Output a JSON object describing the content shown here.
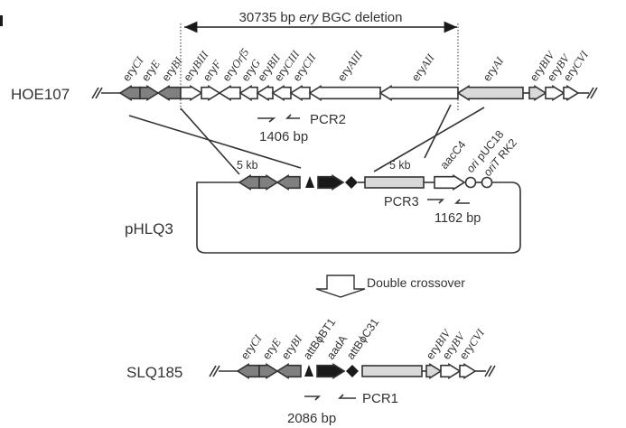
{
  "figure_panel_mark": "a",
  "deletion": {
    "label_prefix": "30735 bp ",
    "label_italic": "ery",
    "label_suffix": " BGC deletion"
  },
  "strains": {
    "hoe107": "HOE107",
    "phlq3": "pHLQ3",
    "slq185": "SLQ185"
  },
  "hoe107_genes": [
    {
      "name": "eryCI",
      "direction": "left",
      "color": "#808080"
    },
    {
      "name": "eryE",
      "direction": "right",
      "color": "#808080"
    },
    {
      "name": "eryBI",
      "direction": "left",
      "color": "#808080"
    },
    {
      "name": "eryBIII",
      "direction": "right",
      "color": "#ffffff"
    },
    {
      "name": "eryF",
      "direction": "right",
      "color": "#ffffff"
    },
    {
      "name": "eryOrf5",
      "direction": "left",
      "color": "#ffffff"
    },
    {
      "name": "eryG",
      "direction": "left",
      "color": "#ffffff"
    },
    {
      "name": "eryBII",
      "direction": "left",
      "color": "#ffffff"
    },
    {
      "name": "eryCIII",
      "direction": "left",
      "color": "#ffffff"
    },
    {
      "name": "eryCII",
      "direction": "left",
      "color": "#ffffff"
    },
    {
      "name": "eryAIII",
      "direction": "left",
      "color": "#ffffff"
    },
    {
      "name": "eryAII",
      "direction": "left",
      "color": "#ffffff"
    },
    {
      "name": "eryAI",
      "direction": "left",
      "color": "#d9d9d9"
    },
    {
      "name": "eryBIV",
      "direction": "right",
      "color": "#d9d9d9"
    },
    {
      "name": "eryBV",
      "direction": "right",
      "color": "#ffffff"
    },
    {
      "name": "eryCVI",
      "direction": "right",
      "color": "#ffffff"
    }
  ],
  "pcr2": {
    "label": "PCR2",
    "size": "1406 bp"
  },
  "plasmid": {
    "left_arm": "5 kb",
    "right_arm": "5 kb",
    "labels": [
      "aacC4",
      "ori pUC18",
      "oriT RK2"
    ],
    "pcr3": {
      "label": "PCR3",
      "size": "1162 bp"
    }
  },
  "transition": {
    "label": "Double crossover"
  },
  "slq185_labels": [
    "eryCI",
    "eryE",
    "eryBI",
    "attBϕBT1",
    "aadA",
    "attBϕC31",
    "eryBIV",
    "eryBV",
    "eryCVI"
  ],
  "pcr1": {
    "label": "PCR1",
    "size": "2086 bp"
  },
  "colors": {
    "dark_gray": "#808080",
    "light_gray": "#d9d9d9",
    "black": "#1a1a1a",
    "white": "#ffffff",
    "stroke": "#333333"
  }
}
